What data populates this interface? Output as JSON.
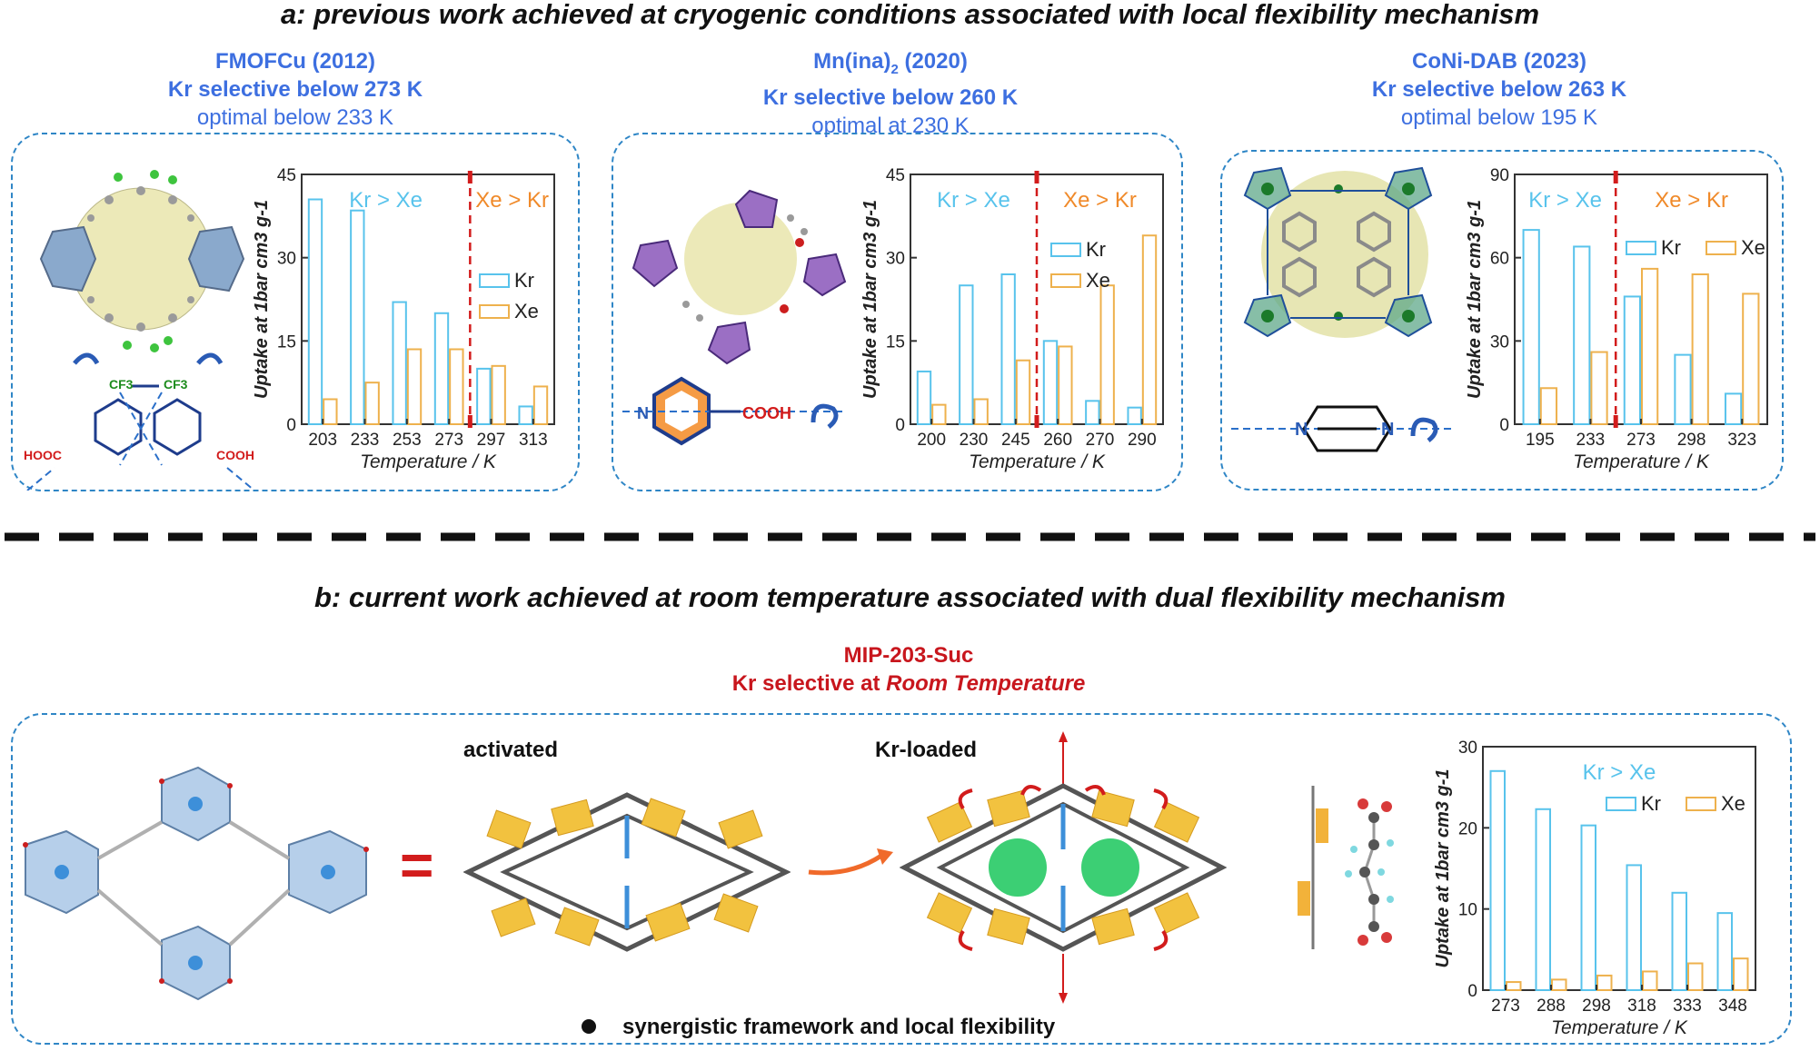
{
  "panel_a": {
    "title": "a: previous work achieved at cryogenic conditions associated with local flexibility mechanism",
    "items": [
      {
        "name": "FMOFCu (2012)",
        "selectivity": "Kr selective below 273 K",
        "optimal": "optimal below 233 K",
        "linker_labels": [
          "CF3",
          "CF3",
          "HOOC",
          "COOH"
        ]
      },
      {
        "name": "Mn(ina)",
        "name_sub": "2",
        "name_year": " (2020)",
        "selectivity": "Kr selective below 260 K",
        "optimal": "optimal at 230 K",
        "linker_labels": [
          "N",
          "COOH"
        ]
      },
      {
        "name": "CoNi-DAB (2023)",
        "selectivity": "Kr selective below 263 K",
        "optimal": "optimal below 195 K",
        "linker_labels": [
          "N",
          "N"
        ]
      }
    ]
  },
  "panel_b": {
    "title": "b: current work achieved at room temperature associated with dual flexibility mechanism",
    "name": "MIP-203-Suc",
    "selectivity_prefix": "Kr selective at ",
    "selectivity_italic": "Room Temperature",
    "activated_label": "activated",
    "loaded_label": "Kr-loaded",
    "equals": "=",
    "bullet_text": "synergistic framework and local flexibility"
  },
  "colors": {
    "kr": "#58c3ec",
    "xe": "#eeb14d",
    "accent_blue": "#3d6fe0",
    "accent_red": "#c8161d",
    "box_border": "#2f86c6",
    "kr_sphere": "#3ccf74"
  },
  "chart_data": [
    {
      "type": "bar",
      "categories": [
        "203",
        "233",
        "253",
        "273",
        "297",
        "313"
      ],
      "series": [
        {
          "name": "Kr",
          "values": [
            40.5,
            38.5,
            22,
            20,
            10,
            3.2
          ]
        },
        {
          "name": "Xe",
          "values": [
            4.5,
            7.5,
            13.5,
            13.5,
            10.5,
            6.8
          ]
        }
      ],
      "ylim": [
        0,
        45
      ],
      "yticks": [
        "0",
        "15",
        "30",
        "45"
      ],
      "xlabel": "Temperature / K",
      "ylabel": "Uptake at 1bar cm3 g-1",
      "region_left": "Kr > Xe",
      "region_right": "Xe > Kr",
      "divider_after_index": 3,
      "legend": "right"
    },
    {
      "type": "bar",
      "categories": [
        "200",
        "230",
        "245",
        "260",
        "270",
        "290"
      ],
      "series": [
        {
          "name": "Kr",
          "values": [
            9.5,
            25,
            27,
            15,
            4.2,
            3
          ]
        },
        {
          "name": "Xe",
          "values": [
            3.5,
            4.5,
            11.5,
            14,
            25,
            34
          ]
        }
      ],
      "ylim": [
        0,
        45
      ],
      "yticks": [
        "0",
        "15",
        "30",
        "45"
      ],
      "xlabel": "Temperature / K",
      "ylabel": "Uptake at 1bar cm3 g-1",
      "region_left": "Kr > Xe",
      "region_right": "Xe > Kr",
      "divider_after_index": 2,
      "legend": "right"
    },
    {
      "type": "bar",
      "categories": [
        "195",
        "233",
        "273",
        "298",
        "323"
      ],
      "series": [
        {
          "name": "Kr",
          "values": [
            70,
            64,
            46,
            25,
            11
          ]
        },
        {
          "name": "Xe",
          "values": [
            13,
            26,
            56,
            54,
            47
          ]
        }
      ],
      "ylim": [
        0,
        90
      ],
      "yticks": [
        "0",
        "30",
        "60",
        "90"
      ],
      "xlabel": "Temperature / K",
      "ylabel": "Uptake at 1bar cm3 g-1",
      "region_left": "Kr > Xe",
      "region_right": "Xe > Kr",
      "divider_after_index": 1,
      "legend": "top-right"
    },
    {
      "type": "bar",
      "categories": [
        "273",
        "288",
        "298",
        "318",
        "333",
        "348"
      ],
      "series": [
        {
          "name": "Kr",
          "values": [
            27,
            22.3,
            20.3,
            15.4,
            12,
            9.5
          ]
        },
        {
          "name": "Xe",
          "values": [
            1,
            1.3,
            1.8,
            2.3,
            3.3,
            3.9
          ]
        }
      ],
      "ylim": [
        0,
        30
      ],
      "yticks": [
        "0",
        "10",
        "20",
        "30"
      ],
      "xlabel": "Temperature / K",
      "ylabel": "Uptake at 1bar cm3 g-1",
      "region_left": "Kr > Xe",
      "legend": "top-right"
    }
  ]
}
